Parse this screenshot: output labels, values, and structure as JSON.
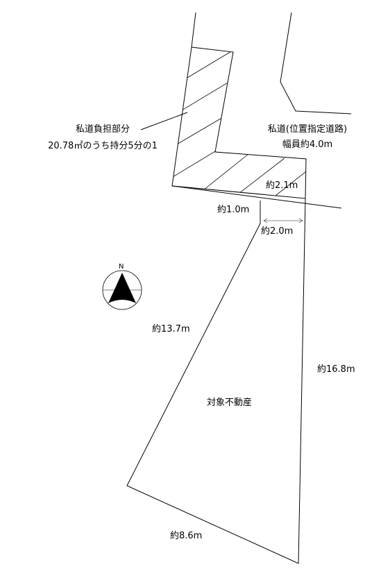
{
  "labels": {
    "private_road_share_line1": "私道負担部分",
    "private_road_share_line2": "20.78㎡のうち持分5分の1",
    "private_road_line1": "私道(位置指定道路)",
    "private_road_line2": "幅員約4.0m",
    "width_2_1": "約2.1m",
    "width_1_0": "約1.0m",
    "width_2_0": "約2.0m",
    "side_13_7": "約13.7m",
    "side_16_8": "約16.8m",
    "side_8_6": "約8.6m",
    "subject_property": "対象不動産",
    "north": "N"
  }
}
